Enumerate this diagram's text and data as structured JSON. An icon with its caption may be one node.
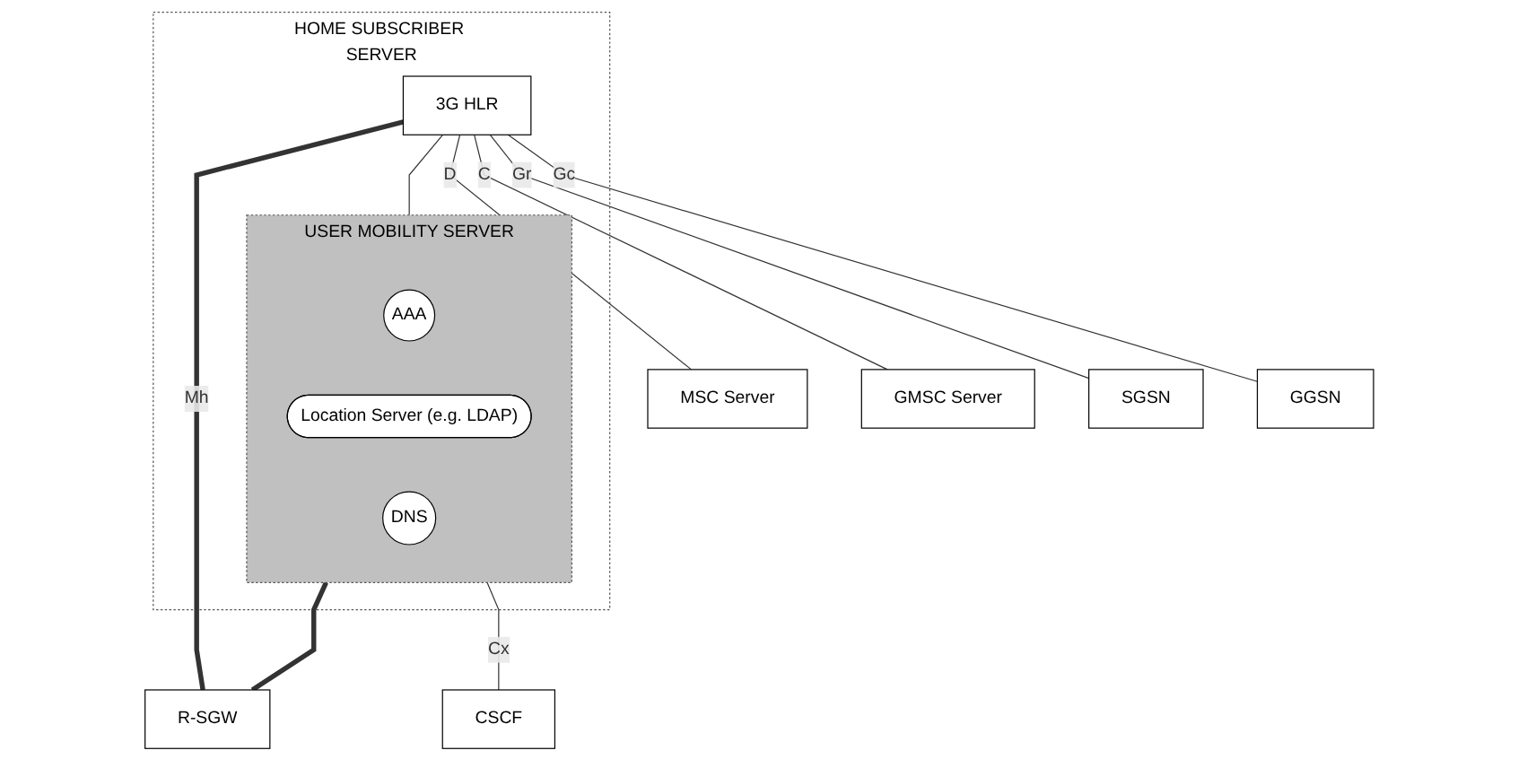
{
  "diagram": {
    "nodes": [
      {
        "text": [
          "HOME SUBSCRIBER SERVER"
        ]
      },
      {
        "text": [
          "3G HLR"
        ],
        "in": 0
      },
      {
        "text": [
          "USER MOBILITY SERVER"
        ],
        "in": 0
      },
      {
        "text": [
          "AAA"
        ],
        "in": 2
      },
      {
        "text": [
          "Location Server (e.g. LDAP)"
        ],
        "in": 2
      },
      {
        "text": [
          "DNS"
        ],
        "in": 2
      },
      {
        "text": [
          "MSC Server"
        ]
      },
      {
        "text": [
          "GMSC Server"
        ]
      },
      {
        "text": [
          "SGSN"
        ]
      },
      {
        "text": [
          "GGSN"
        ]
      },
      {
        "text": [
          "R-SGW"
        ]
      },
      {
        "text": [
          "CSCF"
        ]
      }
    ],
    "edges": [
      {
        "from": 1,
        "to": 2,
        "arrow": "none"
      },
      {
        "from": 1,
        "to": 6,
        "arrow": "none",
        "label": "D"
      },
      {
        "from": 1,
        "to": 7,
        "arrow": "none",
        "label": "C"
      },
      {
        "from": 1,
        "to": 8,
        "arrow": "none",
        "label": "Gr"
      },
      {
        "from": 1,
        "to": 9,
        "arrow": "none",
        "label": "Gc"
      },
      {
        "from": 1,
        "to": 10,
        "arrow": "none",
        "label": "Mh",
        "style": "thick"
      },
      {
        "from": 2,
        "to": 10,
        "arrow": "none",
        "style": "thick"
      },
      {
        "from": 2,
        "to": 11,
        "arrow": "none",
        "label": "Cx"
      }
    ]
  }
}
